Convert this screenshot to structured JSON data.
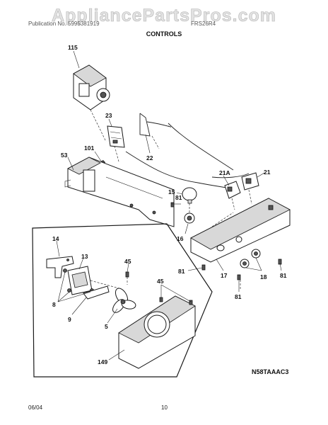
{
  "watermark": "AppliancePartsPros.com",
  "header": {
    "left": "Publication No. 5995381919",
    "right": "FRS26R4"
  },
  "title": "CONTROLS",
  "part_labels": {
    "p115": "115",
    "p23": "23",
    "p22": "22",
    "p101": "101",
    "p53": "53",
    "p21A": "21A",
    "p21": "21",
    "p15": "15",
    "p81a": "81",
    "p16": "16",
    "p14": "14",
    "p13": "13",
    "p45a": "45",
    "p81b": "81",
    "p17": "17",
    "p18": "18",
    "p81c": "81",
    "p81d": "81",
    "p8": "8",
    "p9": "9",
    "p5": "5",
    "p45b": "45",
    "p149": "149"
  },
  "diagram_code": "N58TAAAC3",
  "footer": {
    "date": "06/04",
    "page": "10"
  }
}
